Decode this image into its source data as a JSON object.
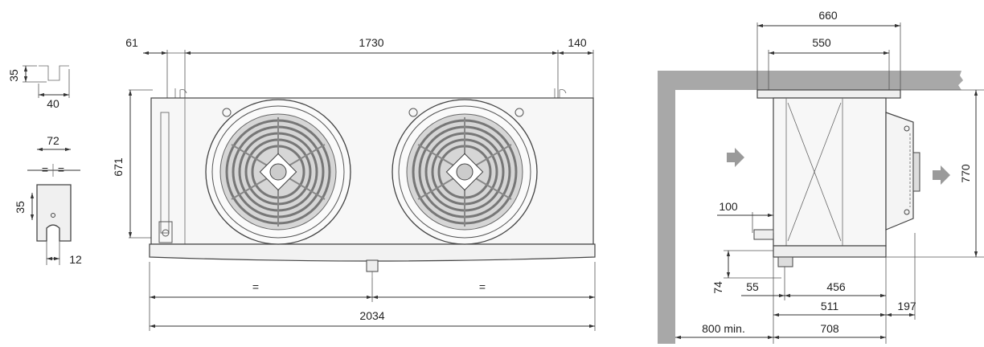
{
  "profile_rail": {
    "height": "35",
    "width": "40"
  },
  "bracket": {
    "width": "72",
    "eq_left": "=",
    "eq_right": "=",
    "height": "35",
    "slot": "12"
  },
  "front_view": {
    "left_offset": "61",
    "fan_span": "1730",
    "right_offset": "140",
    "height": "671",
    "eq_left": "=",
    "eq_right": "=",
    "total_length": "2034"
  },
  "side_view": {
    "outer_width": "660",
    "inner_width": "550",
    "height": "770",
    "drain_offset": "100",
    "drain_height": "74",
    "front_clearance": "55",
    "coil_depth": "456",
    "body_depth": "511",
    "fan_depth": "197",
    "wall_clearance": "800 min.",
    "total_depth": "708"
  },
  "colors": {
    "wall": "#a8a8a8",
    "arrow": "#9a9a9a",
    "fan_grill": "#777777"
  }
}
